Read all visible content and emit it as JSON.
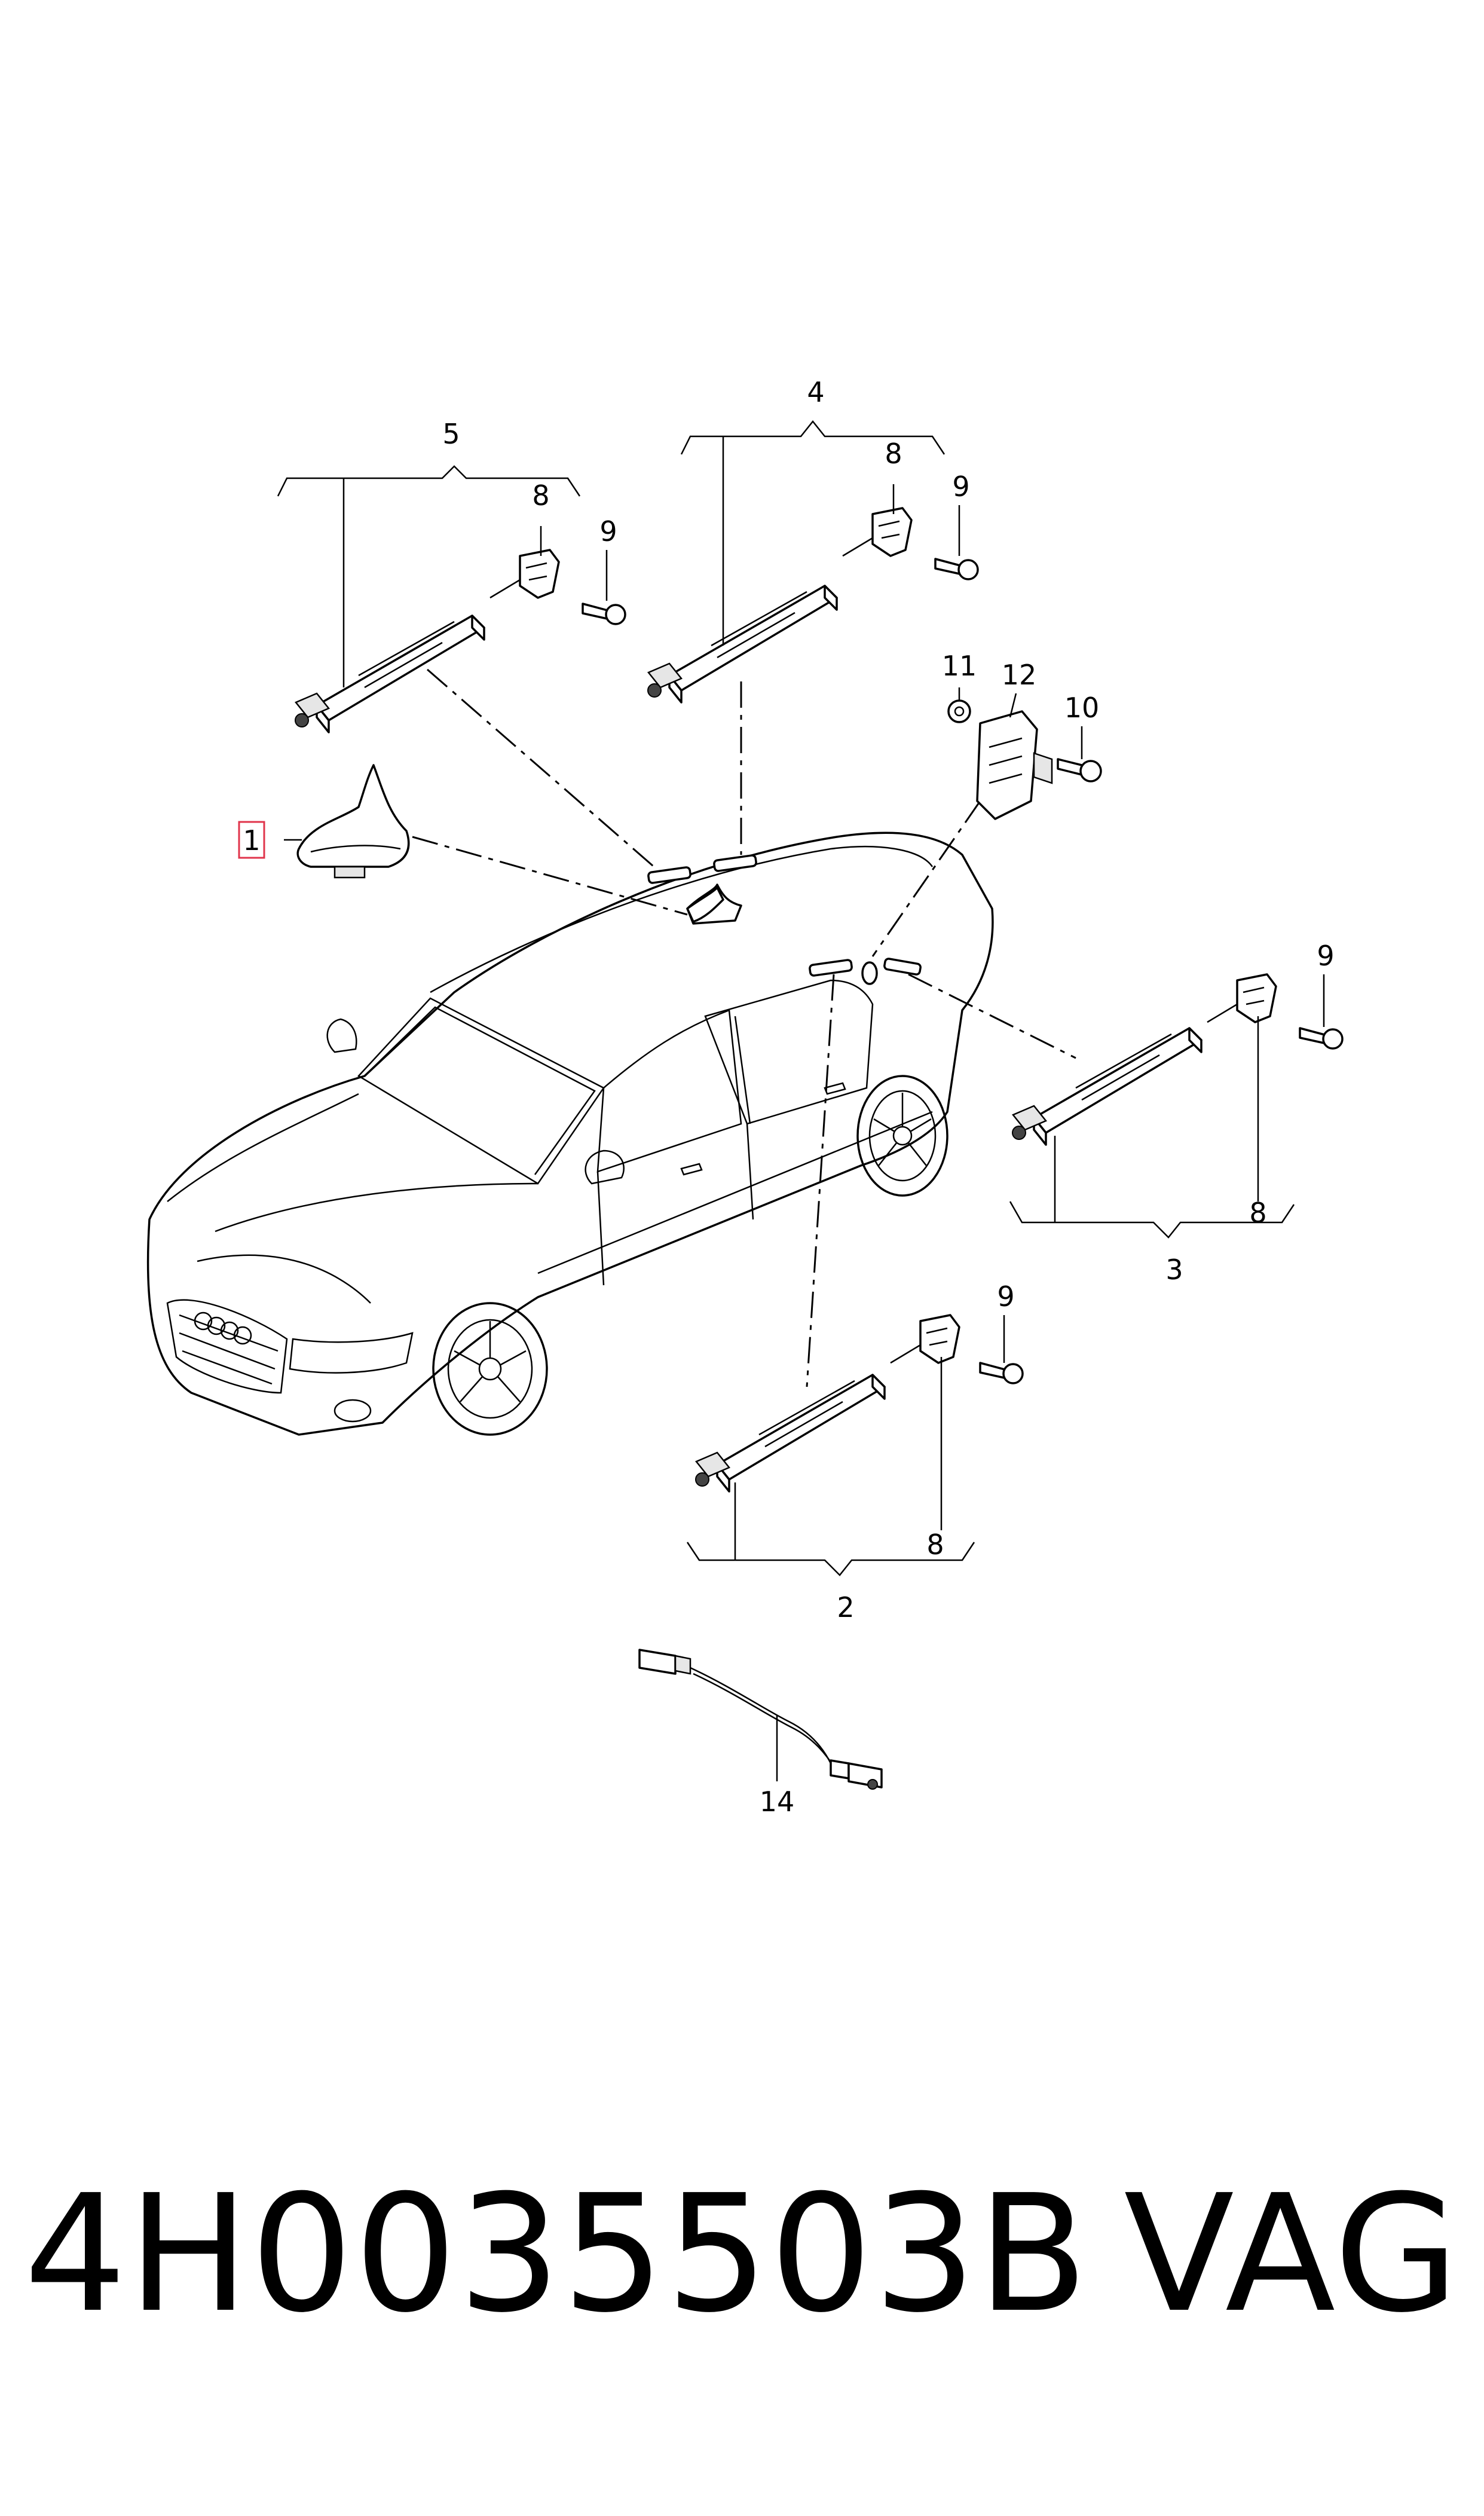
{
  "diagram": {
    "callouts": {
      "c1": "1",
      "c2": "2",
      "c3": "3",
      "c4": "4",
      "c5": "5",
      "c8a": "8",
      "c8b": "8",
      "c8c": "8",
      "c8d": "8",
      "c9a": "9",
      "c9b": "9",
      "c9c": "9",
      "c9d": "9",
      "c10": "10",
      "c11": "11",
      "c12": "12",
      "c14": "14"
    },
    "highlight_color": "#e0344b"
  },
  "footer": {
    "part_number": "4H0035503B",
    "brand": "VAG"
  }
}
